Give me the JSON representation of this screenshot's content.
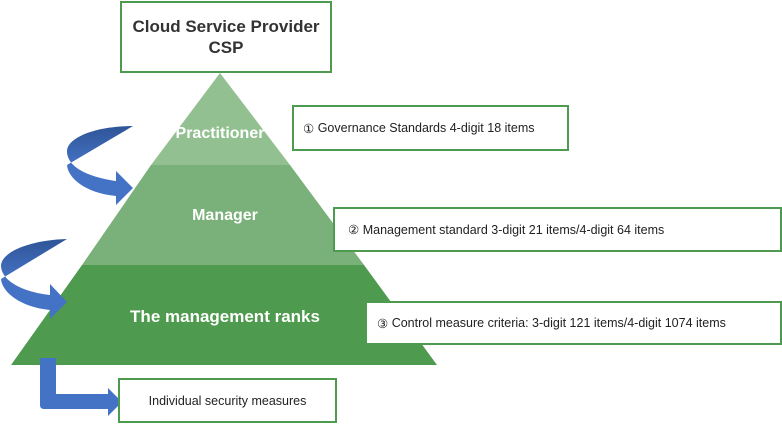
{
  "header": {
    "title_line1": "Cloud Service Provider",
    "title_line2": "CSP"
  },
  "pyramid": {
    "levels": [
      {
        "label": "Practitioner",
        "color": "#93c090"
      },
      {
        "label": "Manager",
        "color": "#7ab07a"
      },
      {
        "label": "The management ranks",
        "color": "#4e9a4e"
      }
    ]
  },
  "annotations": [
    {
      "marker": "①",
      "text": "Governance Standards 4-digit 18 items"
    },
    {
      "marker": "②",
      "text": "Management standard 3-digit 21 items/4-digit 64 items"
    },
    {
      "marker": "③",
      "text": "Control measure criteria: 3-digit 121 items/4-digit 1074 items"
    }
  ],
  "output": {
    "label": "Individual security measures"
  },
  "colors": {
    "border": "#4e9a4e",
    "arrow": "#4472c4",
    "arrow_dark": "#2f5597"
  }
}
